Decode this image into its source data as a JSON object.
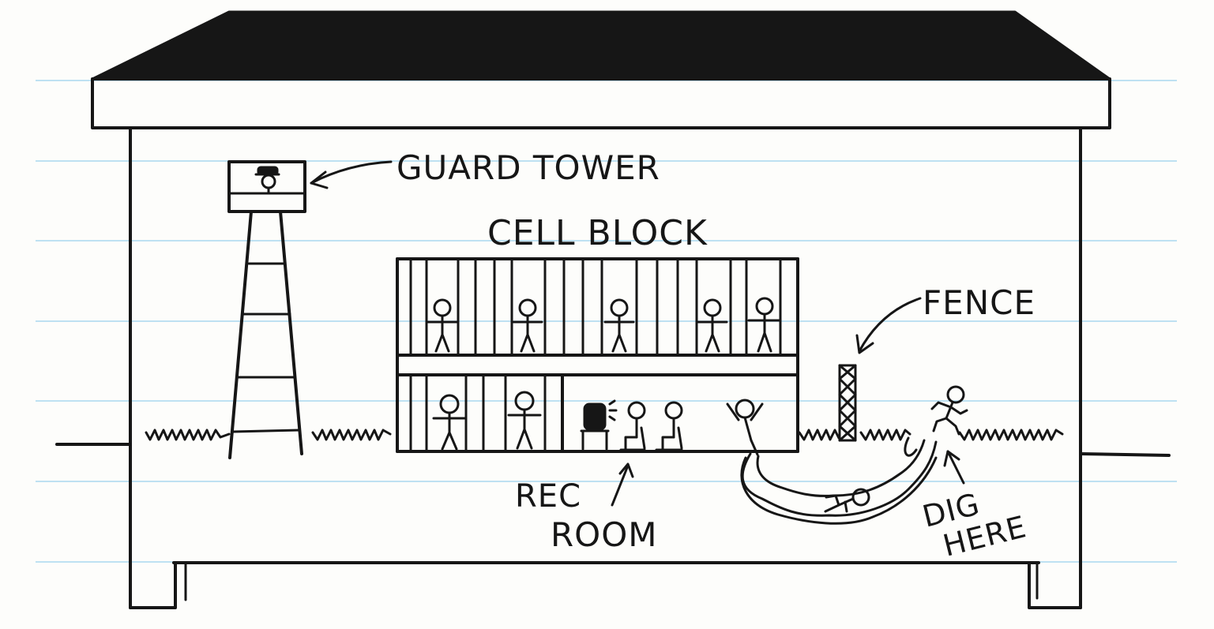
{
  "labels": {
    "guard_tower": "GUARD TOWER",
    "cell_block": "CELL BLOCK",
    "fence": "FENCE",
    "rec_line1": "REC",
    "rec_line2": "ROOM",
    "dig_line1": "DIG",
    "dig_line2": "HERE"
  },
  "colors": {
    "ink": "#161616",
    "paper": "#fdfdfb",
    "ruled_line": "#a9d8f0"
  },
  "icons": {
    "guard": "guard-figure-icon",
    "prisoner": "prisoner-figure-icon",
    "tv": "tv-icon",
    "digger": "digging-figure-icon",
    "escapee": "running-figure-icon"
  }
}
